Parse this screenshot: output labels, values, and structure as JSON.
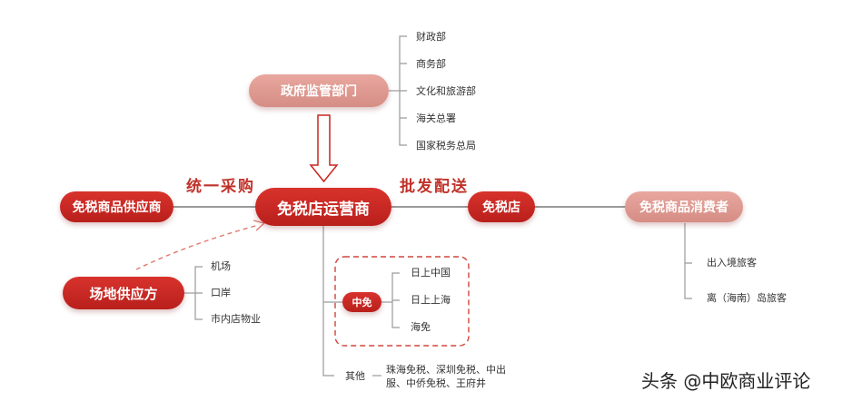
{
  "regulators": {
    "title": "政府监管部门",
    "items": [
      "财政部",
      "商务部",
      "文化和旅游部",
      "海关总署",
      "国家税务总局"
    ]
  },
  "main_chain": {
    "supplier": "免税商品供应商",
    "operator": "免税店运营商",
    "store": "免税店",
    "consumer": "免税商品消费者",
    "link_left": "统一采购",
    "link_right": "批发配送"
  },
  "venue": {
    "title": "场地供应方",
    "items": [
      "机场",
      "口岸",
      "市内店物业"
    ]
  },
  "cdfg": {
    "title": "中免",
    "items": [
      "日上中国",
      "日上上海",
      "海免"
    ]
  },
  "others": {
    "title": "其他",
    "description_line1": "珠海免税、深圳免税、中出",
    "description_line2": "服、中侨免税、王府井"
  },
  "consumers": {
    "items": [
      "出入境旅客",
      "离（海南）岛旅客"
    ]
  },
  "watermark": "头条 @中欧商业评论",
  "colors": {
    "primary_red": "#c8271f",
    "light_red": "#d8918a",
    "line_gray": "#9a9a9a",
    "dashed_red": "#d0453d"
  }
}
